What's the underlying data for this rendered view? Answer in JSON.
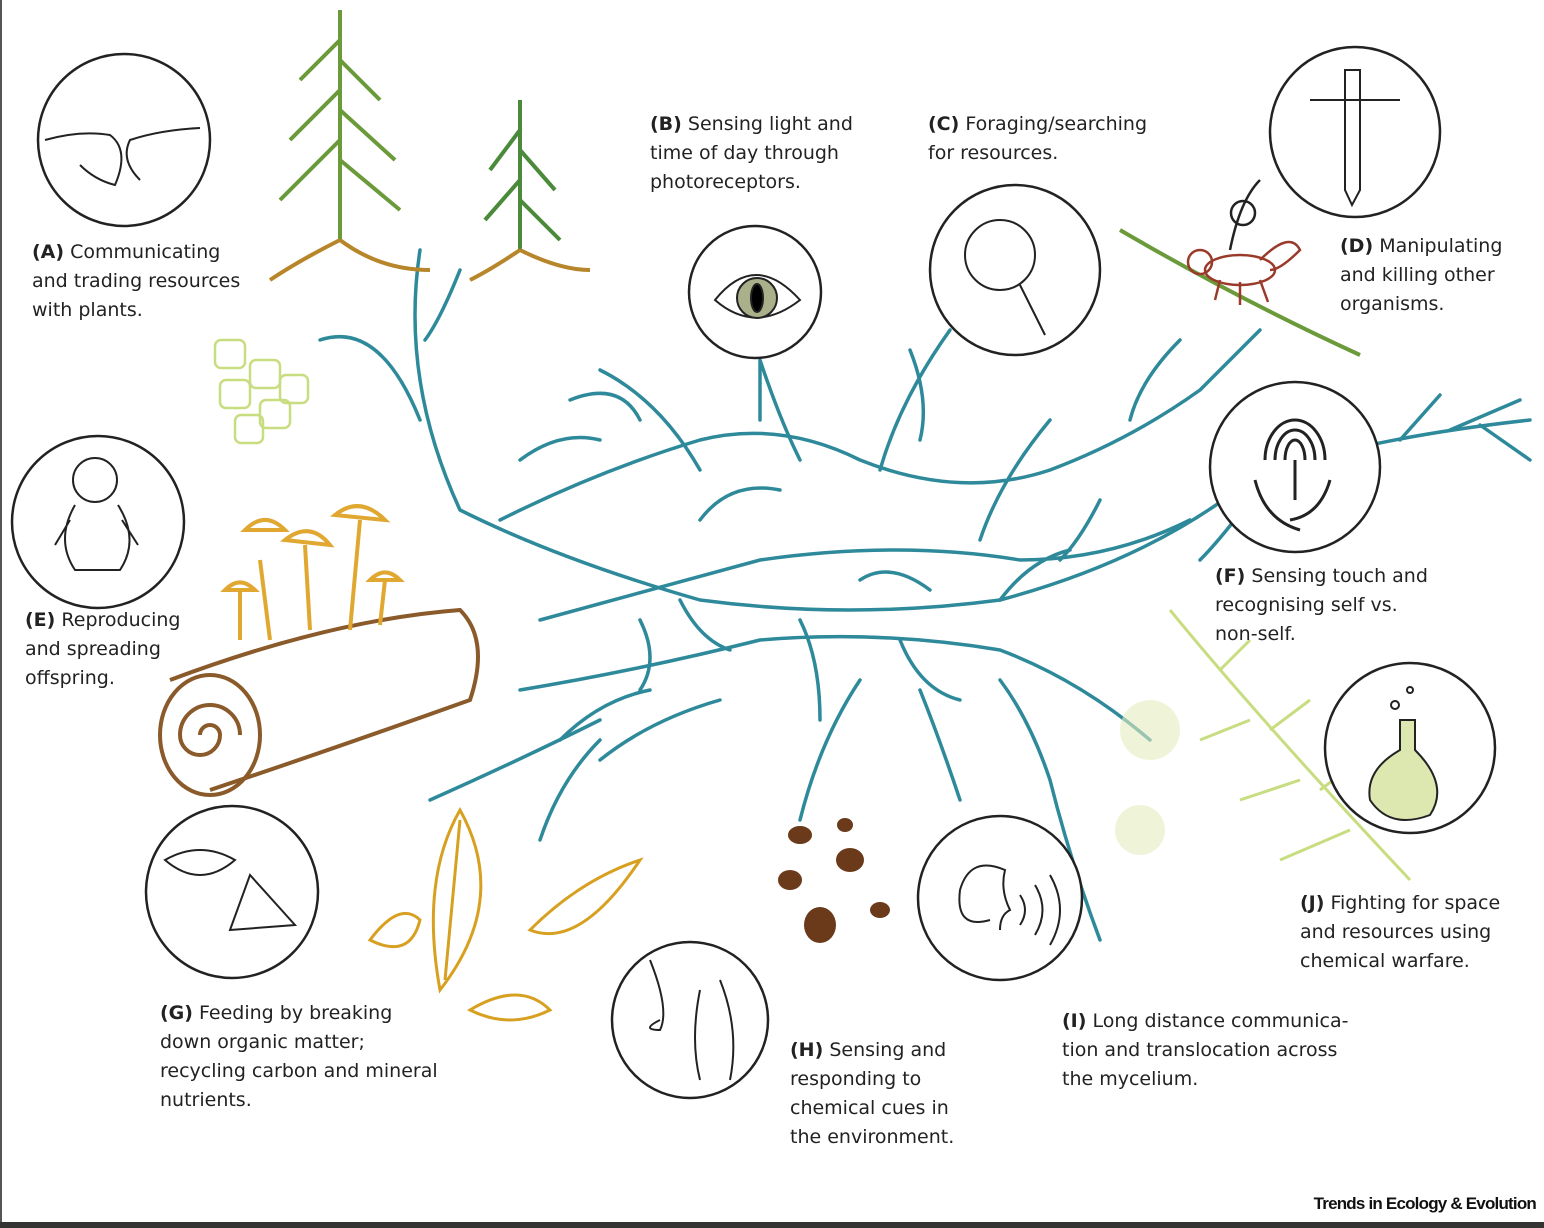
{
  "title": "Fungal mycelium capabilities",
  "labels": [
    {
      "letter": "(A)",
      "text": "Communicating\nand trading resources\nwith plants."
    },
    {
      "letter": "(B)",
      "text": "Sensing light and\ntime of day through\nphotoreceptors."
    },
    {
      "letter": "(C)",
      "text": "Foraging/searching\nfor resources."
    },
    {
      "letter": "(D)",
      "text": "Manipulating\nand killing other\norganisms."
    },
    {
      "letter": "(E)",
      "text": "Reproducing\nand spreading\noffspring."
    },
    {
      "letter": "(F)",
      "text": "Sensing touch and\nrecognising self vs.\nnon-self."
    },
    {
      "letter": "(G)",
      "text": "Feeding by breaking\ndown organic matter;\nrecycling carbon and mineral\nnutrients."
    },
    {
      "letter": "(H)",
      "text": "Sensing and\nresponding to\nchemical cues in\nthe environment."
    },
    {
      "letter": "(I)",
      "text": "Long distance communica-\ntion and translocation across\nthe mycelium."
    },
    {
      "letter": "(J)",
      "text": "Fighting  for space\nand resources using\nchemical warfare."
    }
  ],
  "icons": [
    "handshake-icon",
    "eye-icon",
    "magnifier-icon",
    "dagger-icon",
    "baby-icon",
    "fingerprint-icon",
    "mouth-cycle-icon",
    "nose-icon",
    "speaking-head-icon",
    "flask-icon"
  ],
  "credit": "Trends in Ecology & Evolution",
  "colors": {
    "mycelium": "#2e8a9a",
    "tree": "#6a9a3a",
    "root": "#b8862a",
    "log": "#8a5a2a",
    "mushroom": "#e0a830",
    "leaf": "#d8a020",
    "insect": "#9a3a2a",
    "plant": "#c8dc80"
  }
}
